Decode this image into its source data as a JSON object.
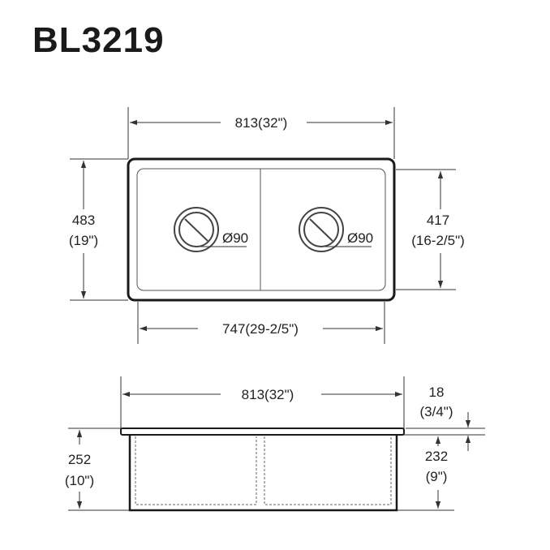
{
  "title": "BL3219",
  "top_view": {
    "overall_width": "813(32\")",
    "overall_depth_mm": "483",
    "overall_depth_in": "(19\")",
    "bowl_depth_mm": "417",
    "bowl_depth_in": "(16-2/5\")",
    "bowl_width": "747(29-2/5\")",
    "drain_left": "Ø90",
    "drain_right": "Ø90"
  },
  "side_view": {
    "overall_width": "813(32\")",
    "flange_mm": "18",
    "flange_in": "(3/4\")",
    "bowl_height_mm": "232",
    "bowl_height_in": "(9\")",
    "total_height_mm": "252",
    "total_height_in": "(10\")"
  },
  "colors": {
    "line": "#1a1a1a",
    "dim": "#333333",
    "text": "#222222"
  }
}
